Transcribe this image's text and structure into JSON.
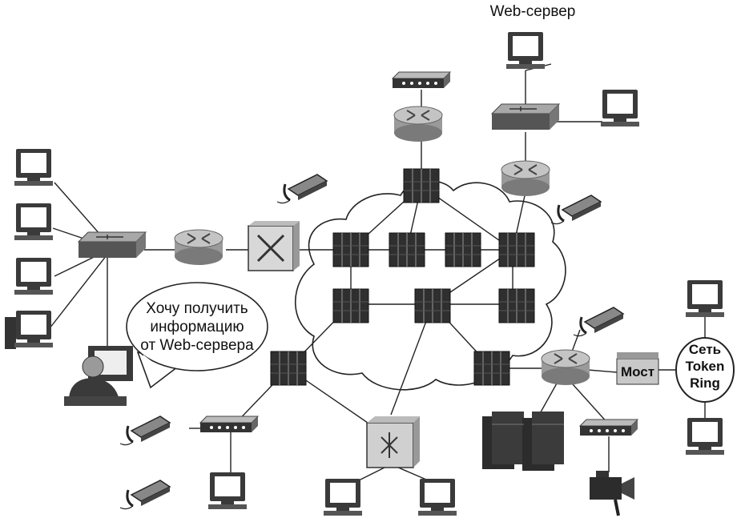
{
  "labels": {
    "web_server": "Web-сервер",
    "bubble_line1": "Хочу  получить",
    "bubble_line2": "информацию",
    "bubble_line3": "от Web-сервера",
    "bridge": "Мост",
    "token_ring_line1": "Сеть",
    "token_ring_line2": "Token",
    "token_ring_line3": "Ring"
  }
}
